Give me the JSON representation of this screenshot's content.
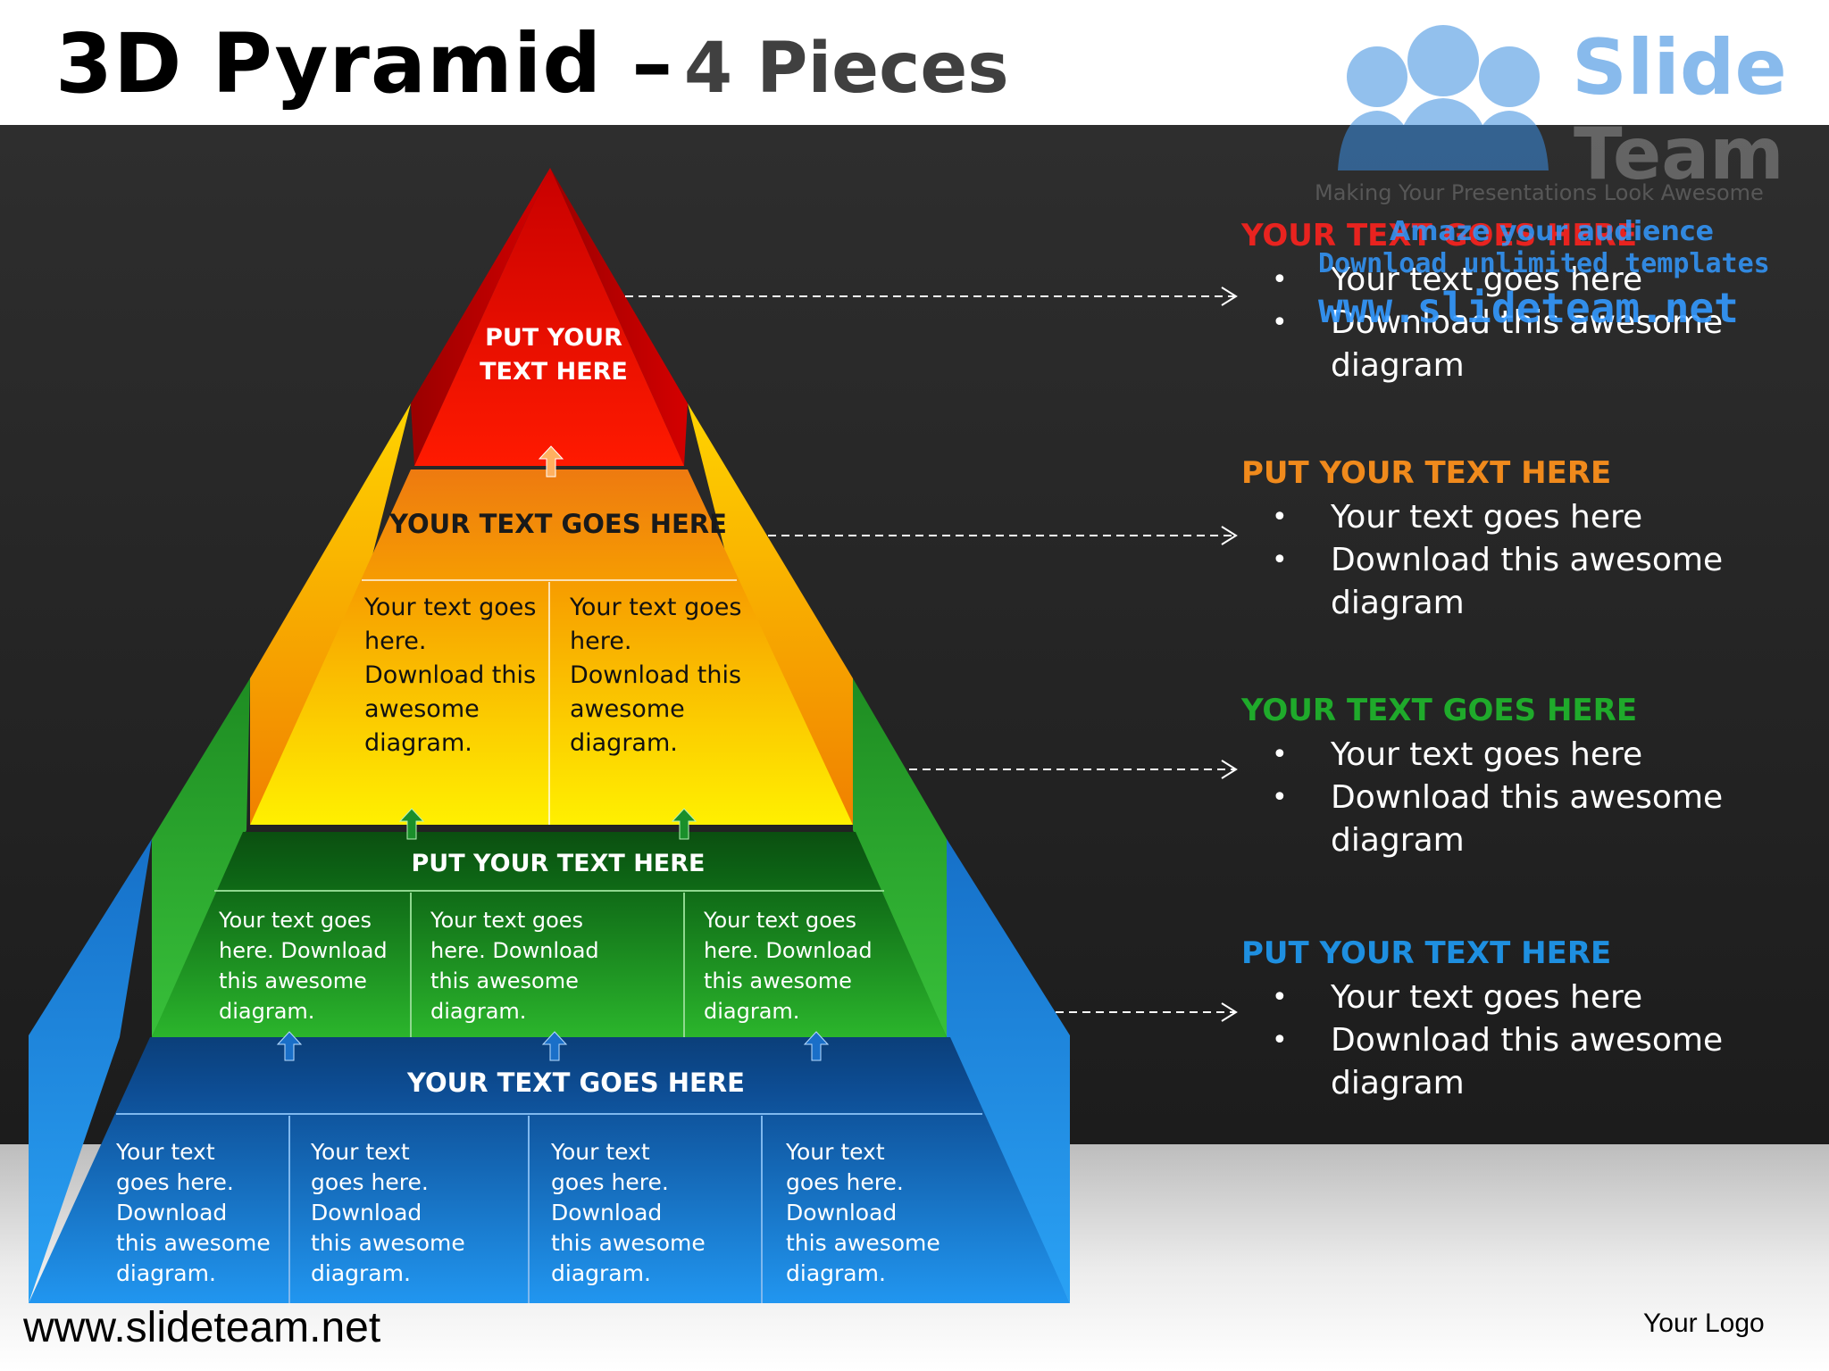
{
  "title": {
    "main": "3D Pyramid –",
    "sub": "4 Pieces"
  },
  "pyramid": {
    "top": {
      "label": "PUT YOUR\nTEXT HERE"
    },
    "level2": {
      "header": "YOUR TEXT GOES HERE",
      "cells": [
        "Your text goes\nhere.\nDownload this\nawesome\ndiagram.",
        "Your text goes\nhere.\nDownload this\nawesome\ndiagram."
      ]
    },
    "level3": {
      "header": "PUT YOUR TEXT HERE",
      "cells": [
        "Your text goes\nhere. Download\nthis awesome\ndiagram.",
        "Your text goes\nhere. Download\nthis awesome\ndiagram.",
        "Your text goes\nhere. Download\nthis awesome\ndiagram."
      ]
    },
    "level4": {
      "header": "YOUR TEXT GOES HERE",
      "cells": [
        "Your text\ngoes here.\nDownload\nthis awesome\ndiagram.",
        "Your text\ngoes here.\nDownload\nthis awesome\ndiagram.",
        "Your text\ngoes here.\nDownload\nthis awesome\ndiagram.",
        "Your text\ngoes here.\nDownload\nthis awesome\ndiagram."
      ]
    }
  },
  "panels": [
    {
      "heading": "YOUR TEXT GOES HERE",
      "color": "#e8231f",
      "bullets": [
        "Your text goes here",
        "Download this awesome diagram"
      ]
    },
    {
      "heading": "PUT YOUR TEXT HERE",
      "color": "#f08a1c",
      "bullets": [
        "Your text goes here",
        "Download this awesome diagram"
      ]
    },
    {
      "heading": "YOUR TEXT GOES HERE",
      "color": "#1faa2b",
      "bullets": [
        "Your text goes here",
        "Download this awesome diagram"
      ]
    },
    {
      "heading": "PUT YOUR TEXT HERE",
      "color": "#1e8fe0",
      "bullets": [
        "Your text goes here",
        "Download this awesome diagram"
      ]
    }
  ],
  "watermark": {
    "brand_top": "Slide",
    "brand_bottom": "Team",
    "tagline": "Making Your Presentations Look Awesome",
    "line1": "Amaze your audience",
    "line2": "Download unlimited templates",
    "line3": "www.slideteam.net"
  },
  "footer": {
    "url": "www.slideteam.net",
    "logo": "Your Logo"
  },
  "colors": {
    "red": "#e00000",
    "orange": "#f07810",
    "yellow": "#ffe000",
    "green": "#22a82a",
    "blue": "#1e8fe0",
    "accent_blue": "#3399ff"
  }
}
